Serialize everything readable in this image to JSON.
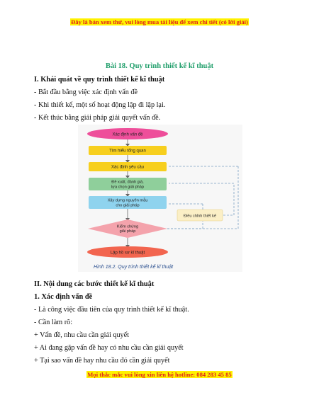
{
  "banner_top": "Đây là bản xem thử, vui lòng mua tài liệu để xem chi tiết (có lời giải)",
  "title": "Bài 18. Quy trình thiết kế kĩ thuật",
  "section1": {
    "heading": "I. Khái quát về quy trình thiết kế kĩ thuật",
    "lines": [
      "- Bắt đầu bằng việc xác định vấn đề",
      "- Khi thiết kế, một số hoạt động lặp đi lặp lại.",
      "- Kết thúc bằng giải pháp giải quyết vấn đề."
    ]
  },
  "figure": {
    "steps": [
      "Xác định vấn đề",
      "Tìm hiểu tổng quan",
      "Xác định yêu cầu",
      "Đề xuất, đánh giá,",
      "lựa chọn giải pháp",
      "Xây dựng nguyên mẫu",
      "cho giải pháp",
      "Kiểm chứng",
      "giải pháp",
      "Lập hồ sơ kĩ thuật"
    ],
    "side_box": "Điều chỉnh thiết kế",
    "caption": "Hình 18.2. Quy trình thiết kế kĩ thuật",
    "colors": {
      "pink": "#ee4e9a",
      "yellow": "#f7cf1e",
      "green": "#8fcf9b",
      "blue": "#8fd3ee",
      "diamond": "#f4a3ac",
      "oval": "#f2654f",
      "side": "#fbefc6"
    }
  },
  "section2": {
    "heading": "II. Nội dung các bước thiết kế kĩ thuật",
    "sub1": "1. Xác định vấn đề",
    "lines": [
      "- Là công việc đầu tiên của quy trình thiết kế kĩ thuật.",
      "- Cần làm rõ:",
      "+ Vấn đề, nhu cầu cần giải quyết",
      "+ Ai đang gặp vấn đề hay có nhu cầu cần giải quyết",
      "+ Tại sao vấn đề hay nhu cầu đó cần giải quyết"
    ]
  },
  "banner_bottom": "Mọi thắc mắc vui lòng xin liên hệ hotline: 084 283 45 85"
}
